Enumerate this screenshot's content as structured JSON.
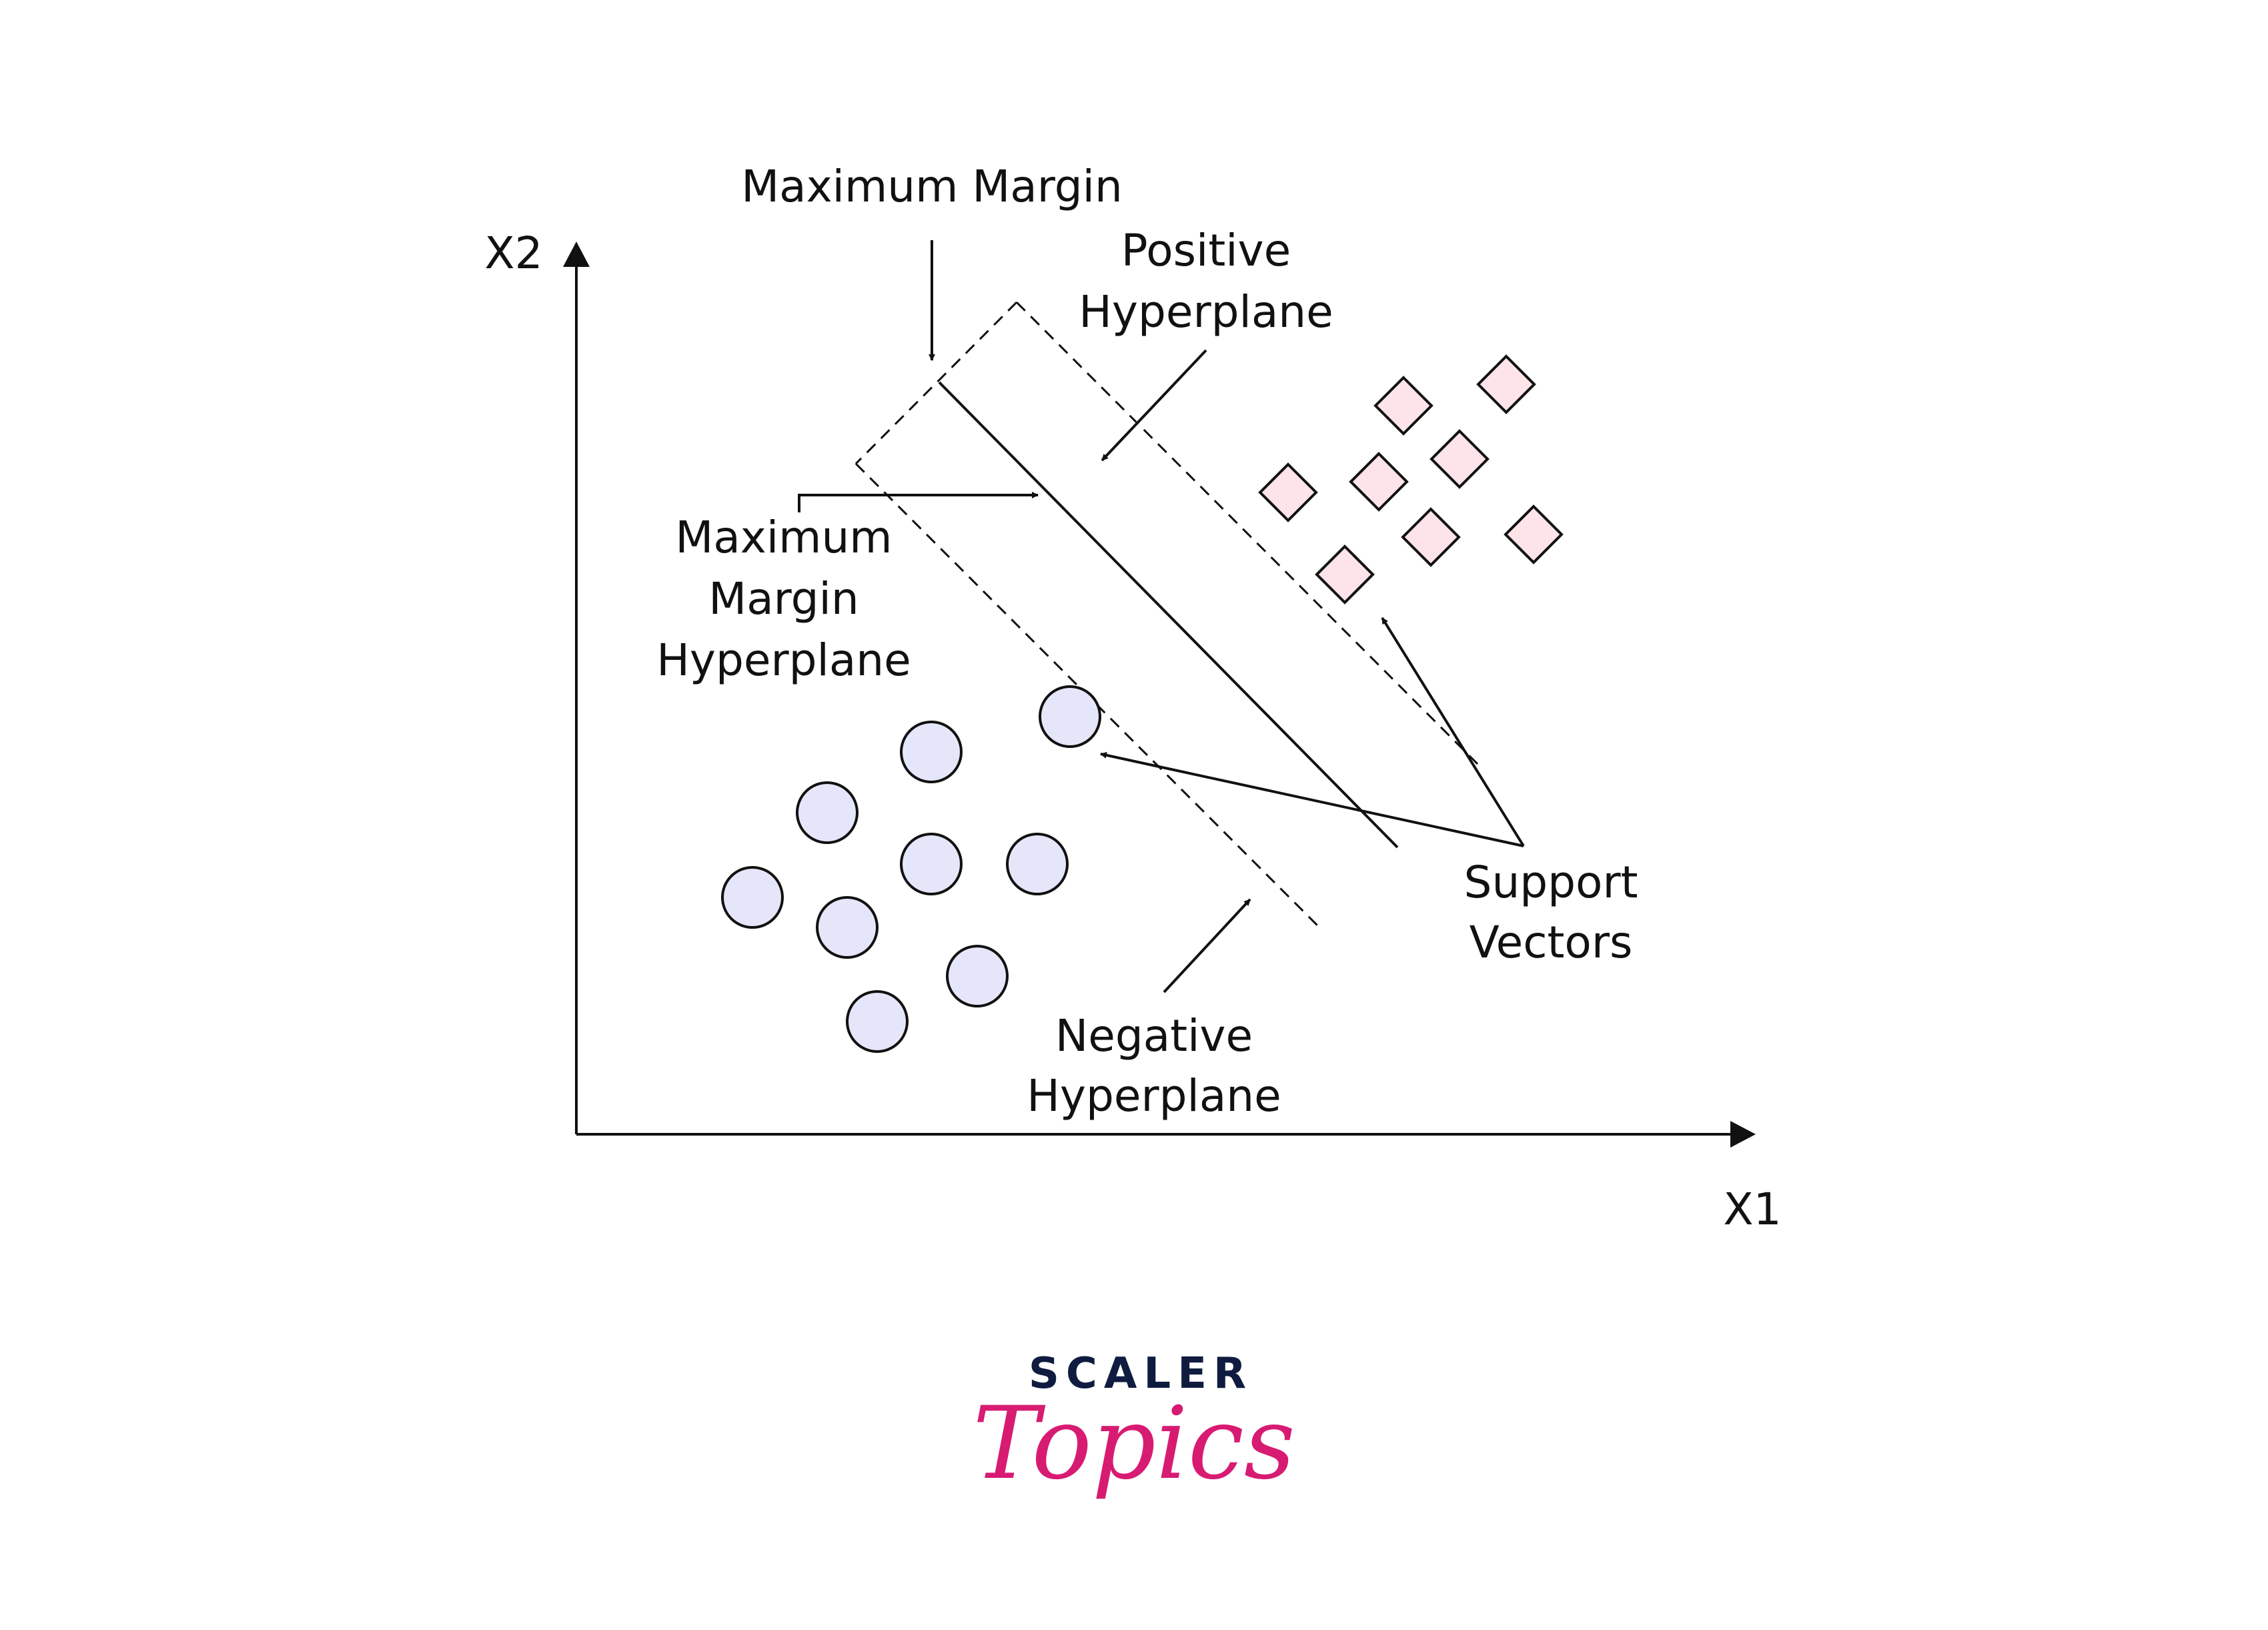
{
  "axes": {
    "x_label": "X1",
    "y_label": "X2"
  },
  "labels": {
    "maximum_margin": "Maximum Margin",
    "positive_hyperplane": [
      "Positive",
      "Hyperplane"
    ],
    "max_margin_hyperplane": [
      "Maximum",
      "Margin",
      "Hyperplane"
    ],
    "negative_hyperplane": [
      "Negative",
      "Hyperplane"
    ],
    "support_vectors": [
      "Support",
      "Vectors"
    ]
  },
  "legend_classes": {
    "circle_class_count": 10,
    "diamond_class_count": 9
  },
  "logo": {
    "top": "SCALER",
    "bottom": "Topics"
  },
  "colors": {
    "circle_fill": "#e6e6fa",
    "diamond_fill": "#fde4e9",
    "stroke": "#111111",
    "logo_dark": "#0f1c3f",
    "logo_accent": "#d81b72"
  }
}
